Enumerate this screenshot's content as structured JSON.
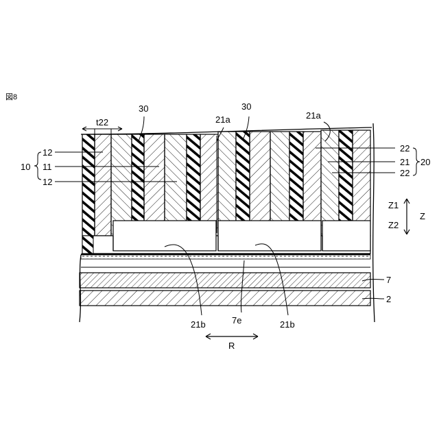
{
  "figure_label": "図8",
  "labels": {
    "t22": "t22",
    "ref_30_left": "30",
    "ref_30_right": "30",
    "ref_21a_left": "21a",
    "ref_21a_right": "21a",
    "ref_12_top": "12",
    "ref_11": "11",
    "ref_12_bottom": "12",
    "ref_10": "10",
    "ref_22_top": "22",
    "ref_21": "21",
    "ref_22_bottom": "22",
    "ref_20": "20",
    "z1": "Z1",
    "z2": "Z2",
    "z": "Z",
    "ref_7": "7",
    "ref_2": "2",
    "ref_21b_left": "21b",
    "ref_7e": "7e",
    "ref_21b_right": "21b",
    "r": "R"
  },
  "legend_note": "",
  "colors": {
    "ink": "#000000",
    "paper": "#ffffff"
  }
}
